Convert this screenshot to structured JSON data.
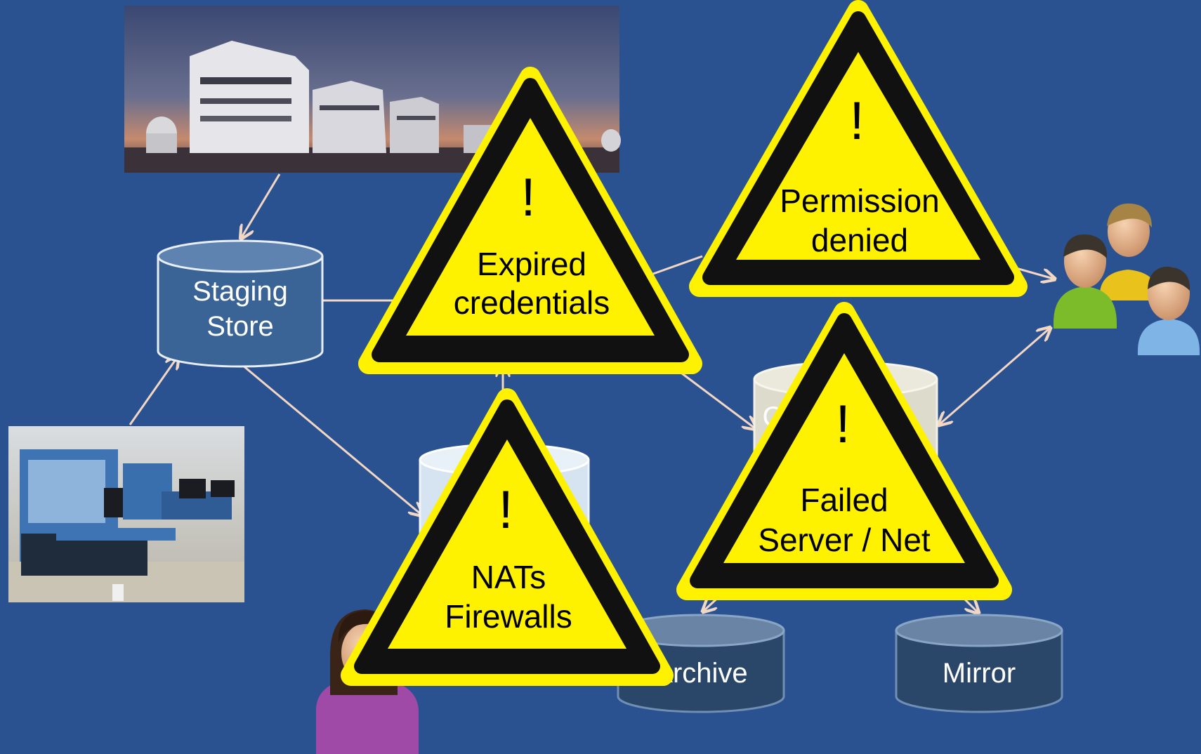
{
  "colors": {
    "background": "#2b5290",
    "arrow": "#f2d7c4",
    "warning_yellow": "#fff200",
    "warning_border": "#111111",
    "cylinder_blue": "#3b6496",
    "cylinder_dark": "#2a4668",
    "cylinder_light": "#c9d9ea",
    "cylinder_beige": "#dddbcc"
  },
  "images": {
    "telescope_photo": "observatory-telescope-photo",
    "instrument_photo": "laboratory-instrument-photo",
    "researcher_avatar": "woman-user-icon",
    "user_group": "user-group-icon"
  },
  "stores": {
    "staging": {
      "line1": "Staging",
      "line2": "Store"
    },
    "archive": {
      "label": "Archive"
    },
    "mirror": {
      "label": "Mirror"
    },
    "hidden_store_text": "C"
  },
  "warnings": {
    "expired": {
      "mark": "!",
      "line1": "Expired",
      "line2": "credentials"
    },
    "permission": {
      "mark": "!",
      "line1": "Permission",
      "line2": "denied"
    },
    "nat": {
      "mark": "!",
      "line1": "NATs",
      "line2": "Firewalls"
    },
    "failed": {
      "mark": "!",
      "line1": "Failed",
      "line2": "Server / Net"
    }
  }
}
